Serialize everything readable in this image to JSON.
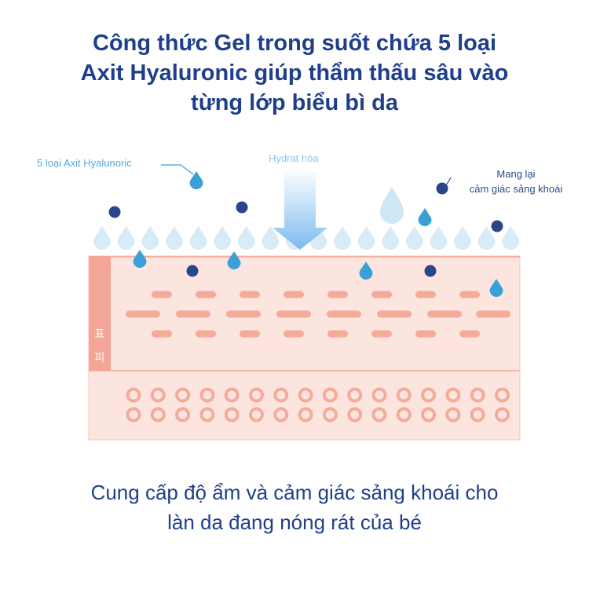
{
  "headline": {
    "line1": "Công thức Gel trong suốt chứa 5 loại",
    "line2": "Axit Hyaluronic giúp thẩm thấu sâu vào",
    "line3": "từng lớp biểu bì da"
  },
  "labels": {
    "hyaluronic": "5 loại Axit Hyalunoric",
    "hydration": "Hydrat hóa",
    "fresh_line1": "Mang lại",
    "fresh_line2": "cảm giác sảng khoái",
    "layer_glyph_1": "표",
    "layer_glyph_2": "피"
  },
  "footer": {
    "line1": "Cung cấp độ ẩm và cảm giác sảng khoái cho",
    "line2": "làn da đang nóng rát của bé"
  },
  "colors": {
    "headline": "#1f3f8a",
    "skin_fill": "#fde5df",
    "skin_border": "#f4b3a5",
    "side_bar": "#f3a597",
    "dash": "#f4ab99",
    "water_drop": "#3aa0d8",
    "light_drop": "#d7ebf8",
    "navy_dot": "#2a4589",
    "arrow": "#a6d0f3"
  }
}
